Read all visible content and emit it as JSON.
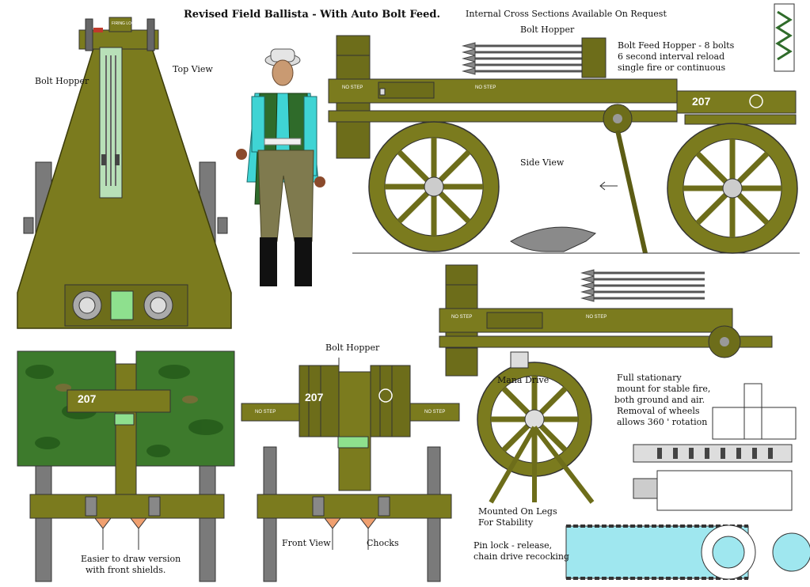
{
  "title": "Revised Field Ballista - With Auto Bolt Feed.",
  "subtitle": "Internal Cross Sections Available On Request",
  "labels": {
    "bolt_hopper_top": "Bolt Hopper",
    "top_view": "Top View",
    "bolt_hopper_side": "Bolt Hopper",
    "hopper_desc_1": "Bolt Feed Hopper  - 8 bolts",
    "hopper_desc_2": "6 second interval reload",
    "hopper_desc_3": "single fire or continuous",
    "side_view": "Side View",
    "bolt_hopper_front": "Bolt Hopper",
    "front_view": "Front View",
    "chocks": "Chocks",
    "easier_1": "Easier to draw version",
    "easier_2": "with front shields.",
    "mana_drive": "Mana Drive",
    "stationary_1": "Full stationary",
    "stationary_2": "mount for stable fire,",
    "stationary_3": " both ground and air.",
    "stationary_4": "Removal of wheels",
    "stationary_5": "allows 360 ' rotation",
    "legs_1": "Mounted On Legs",
    "legs_2": "For Stability",
    "pin_1": "Pin lock - release,",
    "pin_2": "chain drive recocking"
  },
  "markings": {
    "no_step": "NO STEP",
    "unit_number": "207",
    "firing_lock": "FIRING LOCK"
  },
  "colors": {
    "olive": "#7b7b1e",
    "olive_dark": "#5c5c14",
    "olive_light": "#8d8d2a",
    "camo_green": "#3d7a2c",
    "shirt_cyan": "#3fd4d4",
    "vest_green": "#2f6b2a"
  }
}
